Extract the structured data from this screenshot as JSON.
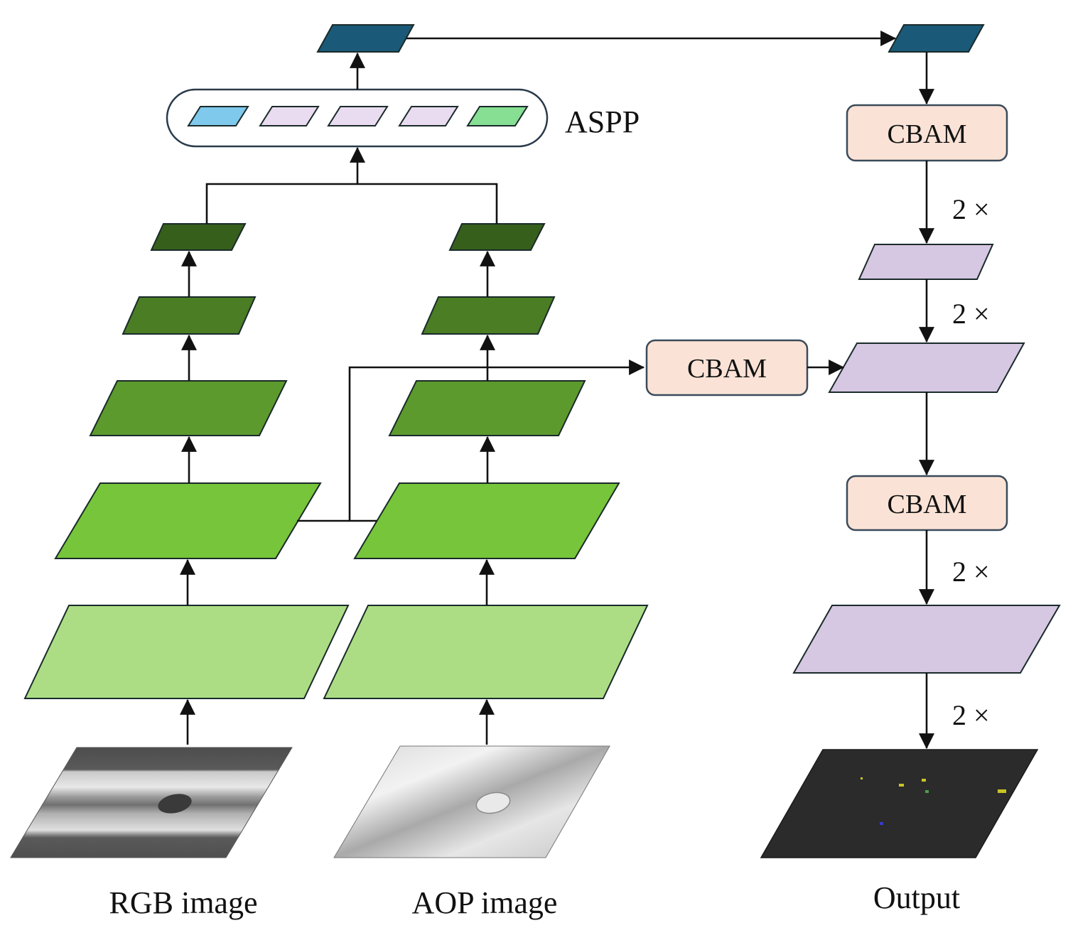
{
  "labels": {
    "aspp": "ASPP",
    "rgb": "RGB image",
    "aop": "AOP image",
    "output": "Output",
    "cbam": "CBAM",
    "upsample": "2 ×"
  },
  "colors": {
    "stage1": "#acdd84",
    "stage2": "#77c53a",
    "stage3": "#5c9a2d",
    "stage4": "#4a7d24",
    "stage5": "#365f1c",
    "aspp_top": "#1a5a78",
    "aspp_blue": "#7ec9ec",
    "aspp_pink": "#eadcf0",
    "aspp_green": "#86df92",
    "decoder": "#d6c7e2",
    "cbam_fill": "#fae3d6",
    "output_bg": "#2b2b2b"
  }
}
